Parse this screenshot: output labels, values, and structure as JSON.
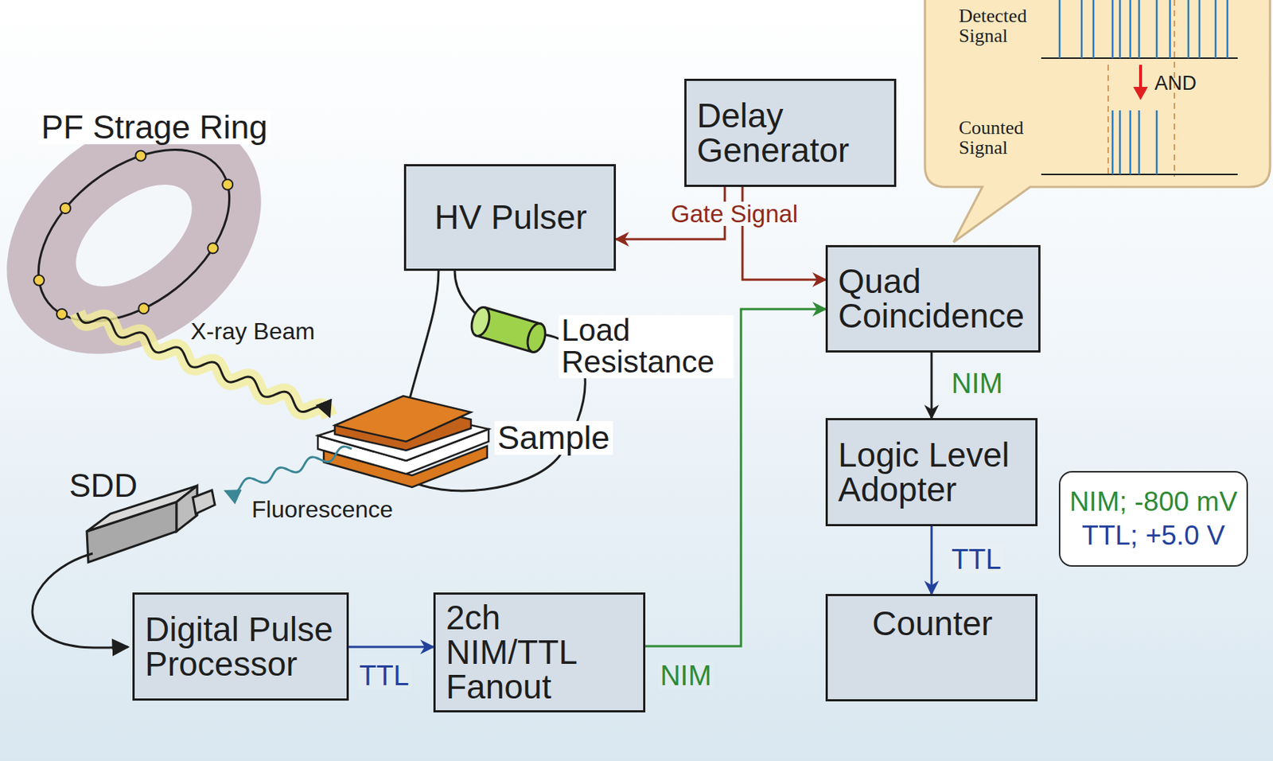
{
  "diagram": {
    "nodes": [
      {
        "text": [
          "Detected Signal",
          "AND",
          "Counted Signal"
        ]
      },
      {
        "text": [
          "HV Pulser"
        ]
      },
      {
        "text": [
          "Delay Generator"
        ]
      },
      {
        "text": [
          "Quad Coincidence"
        ]
      },
      {
        "text": [
          "Logic Level Adopter"
        ]
      },
      {
        "text": [
          "Counter"
        ]
      },
      {
        "text": [
          "NIM; -800 mV",
          "TTL; +5.0 V"
        ]
      },
      {
        "text": [
          "Digital Pulse Processor"
        ]
      },
      {
        "text": [
          "2ch NIM/TTL Fanout"
        ]
      }
    ],
    "edges": [
      {
        "from": 2,
        "to": 1,
        "label": "Gate Signal",
        "arrow": "to"
      },
      {
        "from": 2,
        "to": 3,
        "arrow": "to"
      },
      {
        "from": 3,
        "to": 4,
        "label": "NIM",
        "arrow": "to"
      },
      {
        "from": 4,
        "to": 5,
        "label": "TTL",
        "arrow": "to"
      },
      {
        "from": 7,
        "to": 8,
        "label": "TTL",
        "arrow": "to"
      },
      {
        "from": 8,
        "to": 3,
        "label": "NIM",
        "arrow": "to"
      }
    ],
    "labels": [
      "PF Strage Ring",
      "X-ray Beam",
      "Load Resistance",
      "Sample",
      "SDD",
      "Fluorescence"
    ]
  }
}
